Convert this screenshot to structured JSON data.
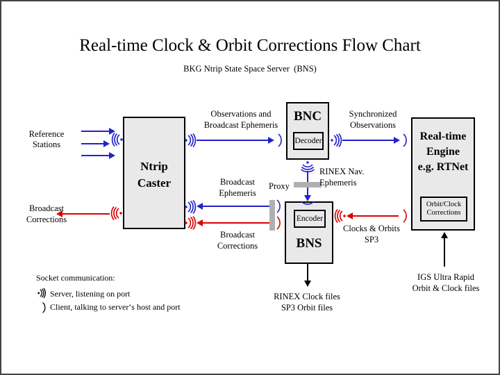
{
  "page": {
    "title": "Real-time Clock & Orbit Corrections Flow Chart",
    "subtitle": "BKG Ntrip State Space Server  (BNS)",
    "border_color": "#444444",
    "background": "#ffffff"
  },
  "colors": {
    "blue": "#2222cc",
    "red": "#dd0000",
    "black": "#000000",
    "box_fill": "#e9e9e9",
    "proxy_gray": "#b0b0b0"
  },
  "boxes": {
    "ntrip_caster": {
      "label_line1": "Ntrip",
      "label_line2": "Caster"
    },
    "bnc": {
      "title": "BNC",
      "inner": "Decoder"
    },
    "bns": {
      "title": "BNS",
      "inner": "Encoder"
    },
    "rt_engine": {
      "line1": "Real-time",
      "line2": "Engine",
      "line3": "e.g. RTNet",
      "inner_line1": "Orbit/Clock",
      "inner_line2": "Corrections"
    }
  },
  "labels": {
    "reference_stations_l1": "Reference",
    "reference_stations_l2": "Stations",
    "broadcast_corrections_left_l1": "Broadcast",
    "broadcast_corrections_left_l2": "Corrections",
    "observations_l1": "Observations and",
    "observations_l2": "Broadcast Ephemeris",
    "synchronized_l1": "Synchronized",
    "synchronized_l2": "Observations",
    "broadcast_ephemeris_l1": "Broadcast",
    "broadcast_ephemeris_l2": "Ephemeris",
    "broadcast_corrections_mid_l1": "Broadcast",
    "broadcast_corrections_mid_l2": "Corrections",
    "proxy": "Proxy",
    "rinex_nav_l1": "RINEX Nav.",
    "rinex_nav_l2": "Ephemeris",
    "clocks_orbits_l1": "Clocks & Orbits",
    "clocks_orbits_l2": "SP3",
    "rinex_files_l1": "RINEX Clock files",
    "rinex_files_l2": "SP3 Orbit files",
    "igs_l1": "IGS Ultra Rapid",
    "igs_l2": "Orbit & Clock files"
  },
  "legend": {
    "heading": "Socket communication:",
    "server_item": "Server, listening on port",
    "client_item": "Client, talking to server‘s host and port",
    "server_icon": "server-socket-icon",
    "client_icon": "client-socket-icon"
  },
  "icons": {
    "server_socket": "server-socket-icon",
    "client_socket": "client-socket-icon"
  }
}
